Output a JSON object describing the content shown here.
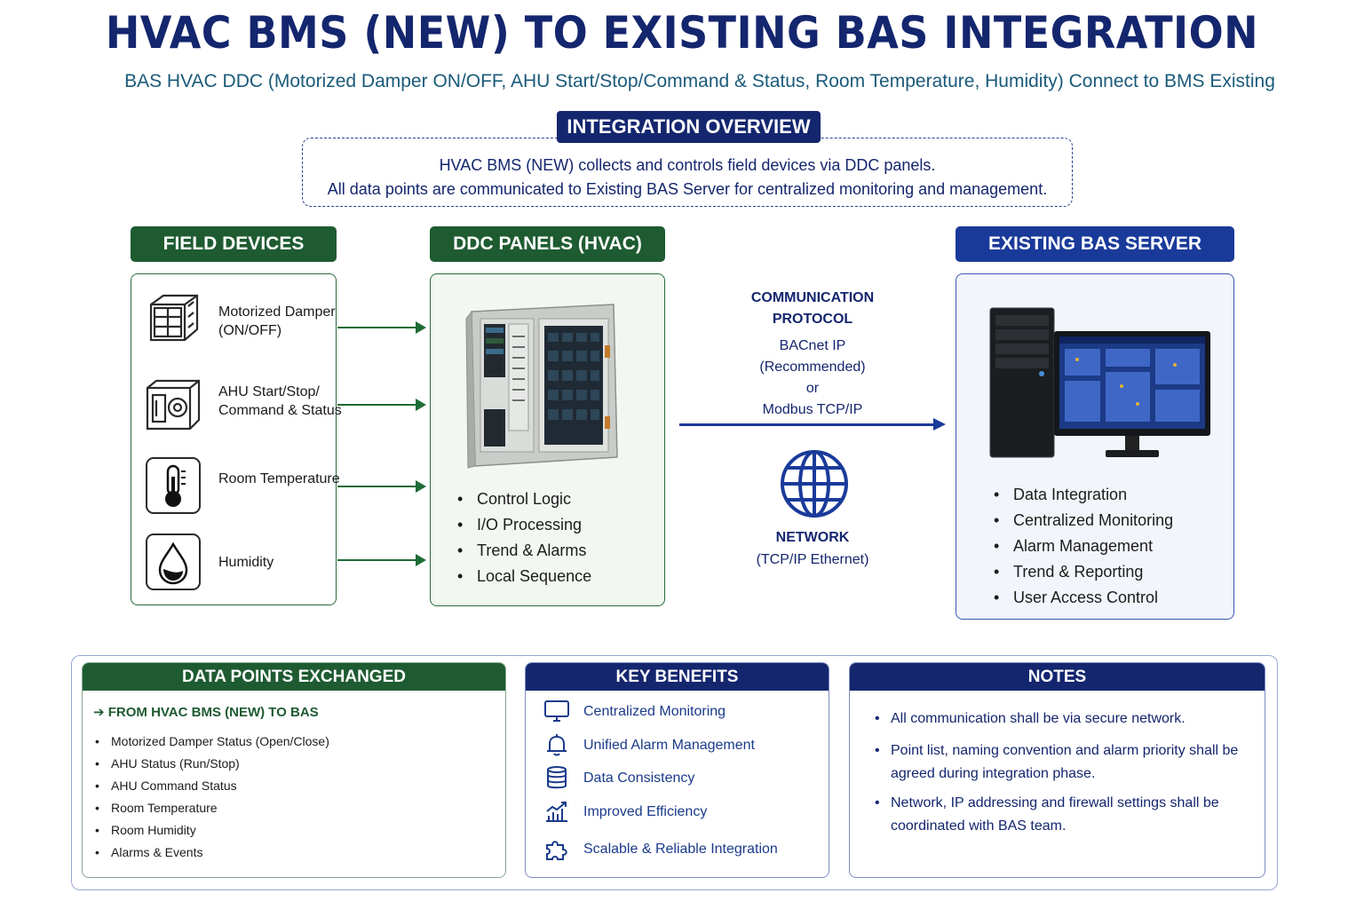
{
  "title": "HVAC BMS (NEW) TO EXISTING BAS INTEGRATION",
  "subtitle": "BAS HVAC DDC (Motorized Damper ON/OFF, AHU Start/Stop/Command & Status, Room Temperature, Humidity) Connect to BMS Existing",
  "overview": {
    "label": "INTEGRATION OVERVIEW",
    "line1": "HVAC BMS (NEW) collects and controls field devices via DDC panels.",
    "line2": "All data points are communicated to Existing BAS Server for centralized monitoring and management."
  },
  "field_devices": {
    "header": "FIELD DEVICES",
    "items": [
      {
        "icon": "damper-icon",
        "label": "Motorized Damper (ON/OFF)"
      },
      {
        "icon": "ahu-icon",
        "label": "AHU Start/Stop/ Command & Status"
      },
      {
        "icon": "thermometer-icon",
        "label": "Room Temperature"
      },
      {
        "icon": "water-drop-icon",
        "label": "Humidity"
      }
    ]
  },
  "ddc": {
    "header": "DDC PANELS (HVAC)",
    "features": [
      "Control Logic",
      "I/O Processing",
      "Trend & Alarms",
      "Local Sequence"
    ]
  },
  "communication": {
    "title_line1": "COMMUNICATION",
    "title_line2": "PROTOCOL",
    "proto1": "BACnet IP",
    "proto1_note": "(Recommended)",
    "or": "or",
    "proto2": "Modbus TCP/IP",
    "network": "NETWORK",
    "network_sub": "(TCP/IP Ethernet)"
  },
  "bas_server": {
    "header": "EXISTING BAS SERVER",
    "features": [
      "Data Integration",
      "Centralized Monitoring",
      "Alarm Management",
      "Trend & Reporting",
      "User Access Control"
    ]
  },
  "data_points": {
    "header": "DATA POINTS EXCHANGED",
    "from": "FROM HVAC BMS (NEW) TO BAS",
    "items": [
      "Motorized Damper Status (Open/Close)",
      "AHU Status (Run/Stop)",
      "AHU Command Status",
      "Room Temperature",
      "Room Humidity",
      "Alarms & Events"
    ]
  },
  "benefits": {
    "header": "KEY BENEFITS",
    "items": [
      {
        "icon": "monitor-icon",
        "label": "Centralized Monitoring"
      },
      {
        "icon": "bell-icon",
        "label": "Unified Alarm Management"
      },
      {
        "icon": "database-icon",
        "label": "Data Consistency"
      },
      {
        "icon": "growth-chart-icon",
        "label": "Improved Efficiency"
      },
      {
        "icon": "puzzle-icon",
        "label": "Scalable & Reliable Integration"
      }
    ]
  },
  "notes": {
    "header": "NOTES",
    "items": [
      "All communication shall be via secure network.",
      "Point list, naming convention and alarm priority shall be agreed during integration phase.",
      "Network, IP addressing and firewall settings shall be coordinated with BAS team."
    ]
  },
  "colors": {
    "navy": "#14266e",
    "blue": "#1a3a9a",
    "green": "#1e5b31"
  }
}
